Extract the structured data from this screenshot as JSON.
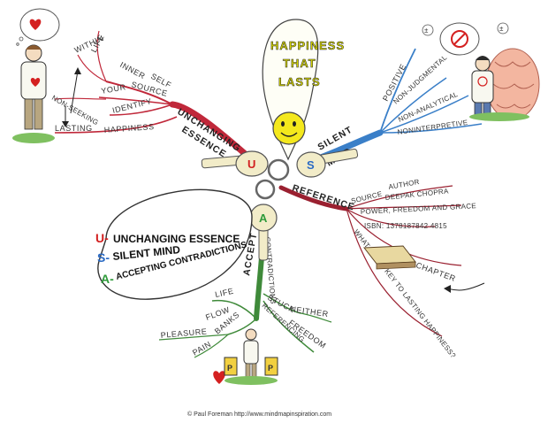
{
  "title": {
    "line1": "HAPPINESS",
    "line2": "THAT",
    "line3": "LASTS"
  },
  "keys": {
    "u": "U",
    "s": "S",
    "a": "A"
  },
  "unchanging": {
    "branch": "UNCHANGING",
    "sub": "ESSENCE",
    "life": "LIFE",
    "within": "WITHIN",
    "inner": "INNER",
    "self": "SELF",
    "your": "YOUR",
    "source": "SOURCE",
    "identify": "IDENTIFY",
    "non_seeking": "NON-SEEKING",
    "lasting": "LASTING",
    "happiness": "HAPPINESS"
  },
  "silent": {
    "branch": "SILENT",
    "sub": "MIND",
    "positive": "POSITIVE",
    "non_judgmental": "NON-JUDGMENTAL",
    "non_analytical": "NON-ANALYTICAL",
    "noninterpretive": "NONINTERPRETIVE"
  },
  "reference": {
    "branch": "REFERENCE",
    "source": "SOURCE",
    "author": "AUTHOR",
    "deepak": "DEEPAK CHOPRA",
    "book": "POWER, FREEDOM AND GRACE",
    "isbn": "ISBN: 1378187842 4815",
    "chapter": "CHAPTER",
    "question": "WHAT IS THE KEY TO LASTING HAPPINESS?"
  },
  "accept": {
    "branch": "ACCEPT",
    "sub": "CONTRADICTIONS",
    "life": "LIFE",
    "flow": "FLOW",
    "banks": "BANKS",
    "pleasure": "PLEASURE",
    "pain": "PAIN",
    "stuck": "STUCK",
    "referencing": "REFERENCING",
    "neither": "NEITHER",
    "freedom": "FREEDOM"
  },
  "legend": {
    "u_letter": "U-",
    "u_text": "UNCHANGING ESSENCE",
    "s_letter": "S-",
    "s_text": "SILENT MIND",
    "a_letter": "A-",
    "a_text": "ACCEPTING CONTRADICTIONS"
  },
  "credit": "© Paul Foreman http://www.mindmapinspiration.com",
  "colors": {
    "unchanging_branch": "#c0283a",
    "silent_branch": "#3a7fc8",
    "reference_branch": "#9a2030",
    "accept_branch": "#3f8a3a",
    "key_fill": "#f2ecc8",
    "smiley": "#f4e81c",
    "title_text": "#d4d400",
    "legend_u": "#d22020",
    "legend_s": "#2a6ac4",
    "legend_a": "#2e9a3a"
  },
  "icons": [
    "heart-icon",
    "smiley-icon",
    "no-symbol-icon",
    "plus-minus-icon",
    "person-icon",
    "book-icon",
    "arrow-icon",
    "brain-icon"
  ]
}
